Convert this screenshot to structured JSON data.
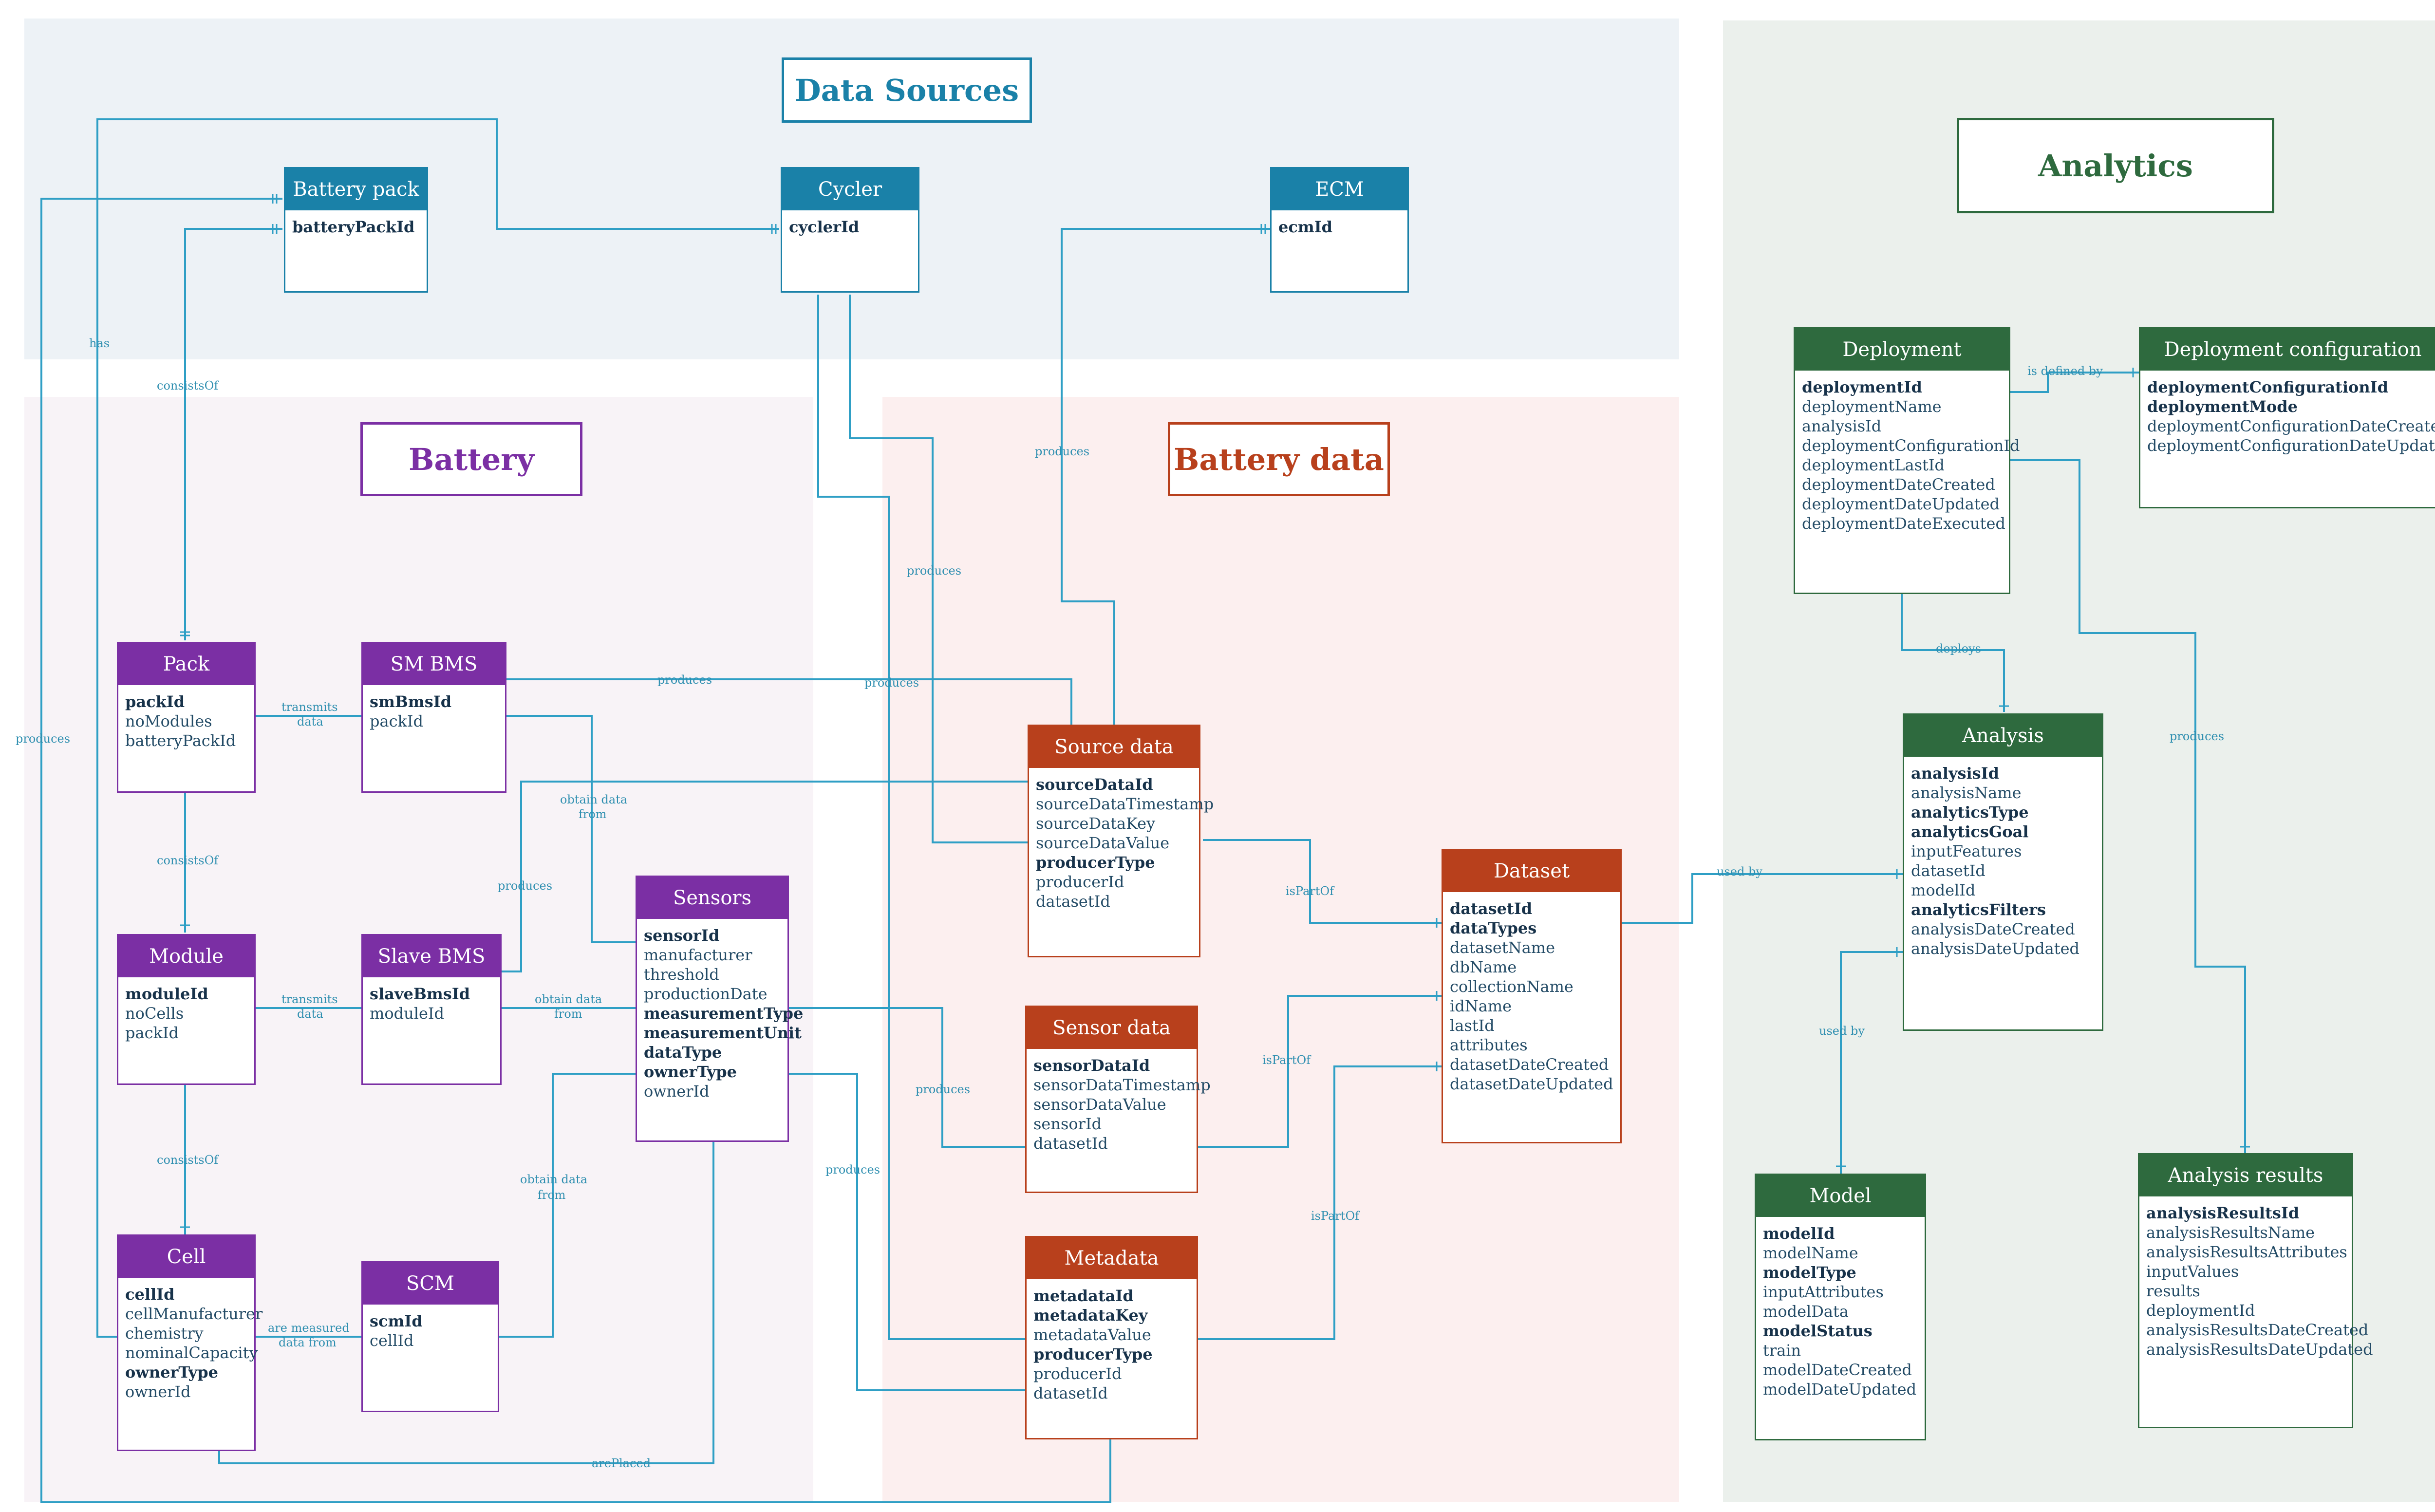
{
  "colors": {
    "data_sources": "#1a81a8",
    "battery": "#7b2fa4",
    "battery_data": "#b8401c",
    "analytics": "#2e6a3e",
    "connector": "#2f9fc5",
    "bg_data_sources": "#edf2f6",
    "bg_battery": "#f8f3f7",
    "bg_battery_data": "#fcefef",
    "bg_analytics": "#ebf0ec"
  },
  "regions": {
    "data_sources": "Data Sources",
    "battery": "Battery",
    "battery_data": "Battery data",
    "analytics": "Analytics"
  },
  "entities": {
    "battery_pack": {
      "title": "Battery pack",
      "attrs": [
        {
          "name": "batteryPackId",
          "key": true
        }
      ]
    },
    "cycler": {
      "title": "Cycler",
      "attrs": [
        {
          "name": "cyclerId",
          "key": true
        }
      ]
    },
    "ecm": {
      "title": "ECM",
      "attrs": [
        {
          "name": "ecmId",
          "key": true
        }
      ]
    },
    "pack": {
      "title": "Pack",
      "attrs": [
        {
          "name": "packId",
          "key": true
        },
        {
          "name": "noModules",
          "key": false
        },
        {
          "name": "batteryPackId",
          "key": false
        }
      ]
    },
    "sm_bms": {
      "title": "SM BMS",
      "attrs": [
        {
          "name": "smBmsId",
          "key": true
        },
        {
          "name": "packId",
          "key": false
        }
      ]
    },
    "module": {
      "title": "Module",
      "attrs": [
        {
          "name": "moduleId",
          "key": true
        },
        {
          "name": "noCells",
          "key": false
        },
        {
          "name": "packId",
          "key": false
        }
      ]
    },
    "slave_bms": {
      "title": "Slave BMS",
      "attrs": [
        {
          "name": "slaveBmsId",
          "key": true
        },
        {
          "name": "moduleId",
          "key": false
        }
      ]
    },
    "sensors": {
      "title": "Sensors",
      "attrs": [
        {
          "name": "sensorId",
          "key": true
        },
        {
          "name": "manufacturer",
          "key": false
        },
        {
          "name": "threshold",
          "key": false
        },
        {
          "name": "productionDate",
          "key": false
        },
        {
          "name": "measurementType",
          "key": true
        },
        {
          "name": "measurementUnit",
          "key": true
        },
        {
          "name": "dataType",
          "key": true
        },
        {
          "name": "ownerType",
          "key": true
        },
        {
          "name": "ownerId",
          "key": false
        }
      ]
    },
    "cell": {
      "title": "Cell",
      "attrs": [
        {
          "name": "cellId",
          "key": true
        },
        {
          "name": "cellManufacturer",
          "key": false
        },
        {
          "name": "chemistry",
          "key": false
        },
        {
          "name": "nominalCapacity",
          "key": false
        },
        {
          "name": "ownerType",
          "key": true
        },
        {
          "name": "ownerId",
          "key": false
        }
      ]
    },
    "scm": {
      "title": "SCM",
      "attrs": [
        {
          "name": "scmId",
          "key": true
        },
        {
          "name": "cellId",
          "key": false
        }
      ]
    },
    "source_data": {
      "title": "Source data",
      "attrs": [
        {
          "name": "sourceDataId",
          "key": true
        },
        {
          "name": "sourceDataTimestamp",
          "key": false
        },
        {
          "name": "sourceDataKey",
          "key": false
        },
        {
          "name": "sourceDataValue",
          "key": false
        },
        {
          "name": "producerType",
          "key": true
        },
        {
          "name": "producerId",
          "key": false
        },
        {
          "name": "datasetId",
          "key": false
        }
      ]
    },
    "sensor_data": {
      "title": "Sensor data",
      "attrs": [
        {
          "name": "sensorDataId",
          "key": true
        },
        {
          "name": "sensorDataTimestamp",
          "key": false
        },
        {
          "name": "sensorDataValue",
          "key": false
        },
        {
          "name": "sensorId",
          "key": false
        },
        {
          "name": "datasetId",
          "key": false
        }
      ]
    },
    "metadata": {
      "title": "Metadata",
      "attrs": [
        {
          "name": "metadataId",
          "key": true
        },
        {
          "name": "metadataKey",
          "key": true
        },
        {
          "name": "metadataValue",
          "key": false
        },
        {
          "name": "producerType",
          "key": true
        },
        {
          "name": "producerId",
          "key": false
        },
        {
          "name": "datasetId",
          "key": false
        }
      ]
    },
    "dataset": {
      "title": "Dataset",
      "attrs": [
        {
          "name": "datasetId",
          "key": true
        },
        {
          "name": "dataTypes",
          "key": true
        },
        {
          "name": "datasetName",
          "key": false
        },
        {
          "name": "dbName",
          "key": false
        },
        {
          "name": "collectionName",
          "key": false
        },
        {
          "name": "idName",
          "key": false
        },
        {
          "name": "lastId",
          "key": false
        },
        {
          "name": "attributes",
          "key": false
        },
        {
          "name": "datasetDateCreated",
          "key": false
        },
        {
          "name": "datasetDateUpdated",
          "key": false
        }
      ]
    },
    "deployment": {
      "title": "Deployment",
      "attrs": [
        {
          "name": "deploymentId",
          "key": true
        },
        {
          "name": "deploymentName",
          "key": false
        },
        {
          "name": "analysisId",
          "key": false
        },
        {
          "name": "deploymentConfigurationId",
          "key": false
        },
        {
          "name": "deploymentLastId",
          "key": false
        },
        {
          "name": "deploymentDateCreated",
          "key": false
        },
        {
          "name": "deploymentDateUpdated",
          "key": false
        },
        {
          "name": "deploymentDateExecuted",
          "key": false
        }
      ]
    },
    "deployment_configuration": {
      "title": "Deployment configuration",
      "attrs": [
        {
          "name": "deploymentConfigurationId",
          "key": true
        },
        {
          "name": "deploymentMode",
          "key": true
        },
        {
          "name": "deploymentConfigurationDateCreated",
          "key": false
        },
        {
          "name": "deploymentConfigurationDateUpdated",
          "key": false
        }
      ]
    },
    "analysis": {
      "title": "Analysis",
      "attrs": [
        {
          "name": "analysisId",
          "key": true
        },
        {
          "name": "analysisName",
          "key": false
        },
        {
          "name": "analyticsType",
          "key": true
        },
        {
          "name": "analyticsGoal",
          "key": true
        },
        {
          "name": "inputFeatures",
          "key": false
        },
        {
          "name": "datasetId",
          "key": false
        },
        {
          "name": "modelId",
          "key": false
        },
        {
          "name": "analyticsFilters",
          "key": true
        },
        {
          "name": "analysisDateCreated",
          "key": false
        },
        {
          "name": "analysisDateUpdated",
          "key": false
        }
      ]
    },
    "model": {
      "title": "Model",
      "attrs": [
        {
          "name": "modelId",
          "key": true
        },
        {
          "name": "modelName",
          "key": false
        },
        {
          "name": "modelType",
          "key": true
        },
        {
          "name": "inputAttributes",
          "key": false
        },
        {
          "name": "modelData",
          "key": false
        },
        {
          "name": "modelStatus",
          "key": true
        },
        {
          "name": "train",
          "key": false
        },
        {
          "name": "modelDateCreated",
          "key": false
        },
        {
          "name": "modelDateUpdated",
          "key": false
        }
      ]
    },
    "analysis_results": {
      "title": "Analysis results",
      "attrs": [
        {
          "name": "analysisResultsId",
          "key": true
        },
        {
          "name": "analysisResultsName",
          "key": false
        },
        {
          "name": "analysisResultsAttributes",
          "key": false
        },
        {
          "name": "inputValues",
          "key": false
        },
        {
          "name": "results",
          "key": false
        },
        {
          "name": "deploymentId",
          "key": false
        },
        {
          "name": "analysisResultsDateCreated",
          "key": false
        },
        {
          "name": "analysisResultsDateUpdated",
          "key": false
        }
      ]
    }
  },
  "relations": {
    "has": "has",
    "consists_of": "consistsOf",
    "produces": "produces",
    "transmits_data": [
      "transmits",
      "data"
    ],
    "obtain_data_from": [
      "obtain data",
      "from"
    ],
    "are_measured_data_from": [
      "are measured",
      "data from"
    ],
    "are_placed": "arePlaced",
    "is_part_of": "isPartOf",
    "used_by": "used by",
    "is_defined_by": "is defined by",
    "deploys": "deploys"
  }
}
